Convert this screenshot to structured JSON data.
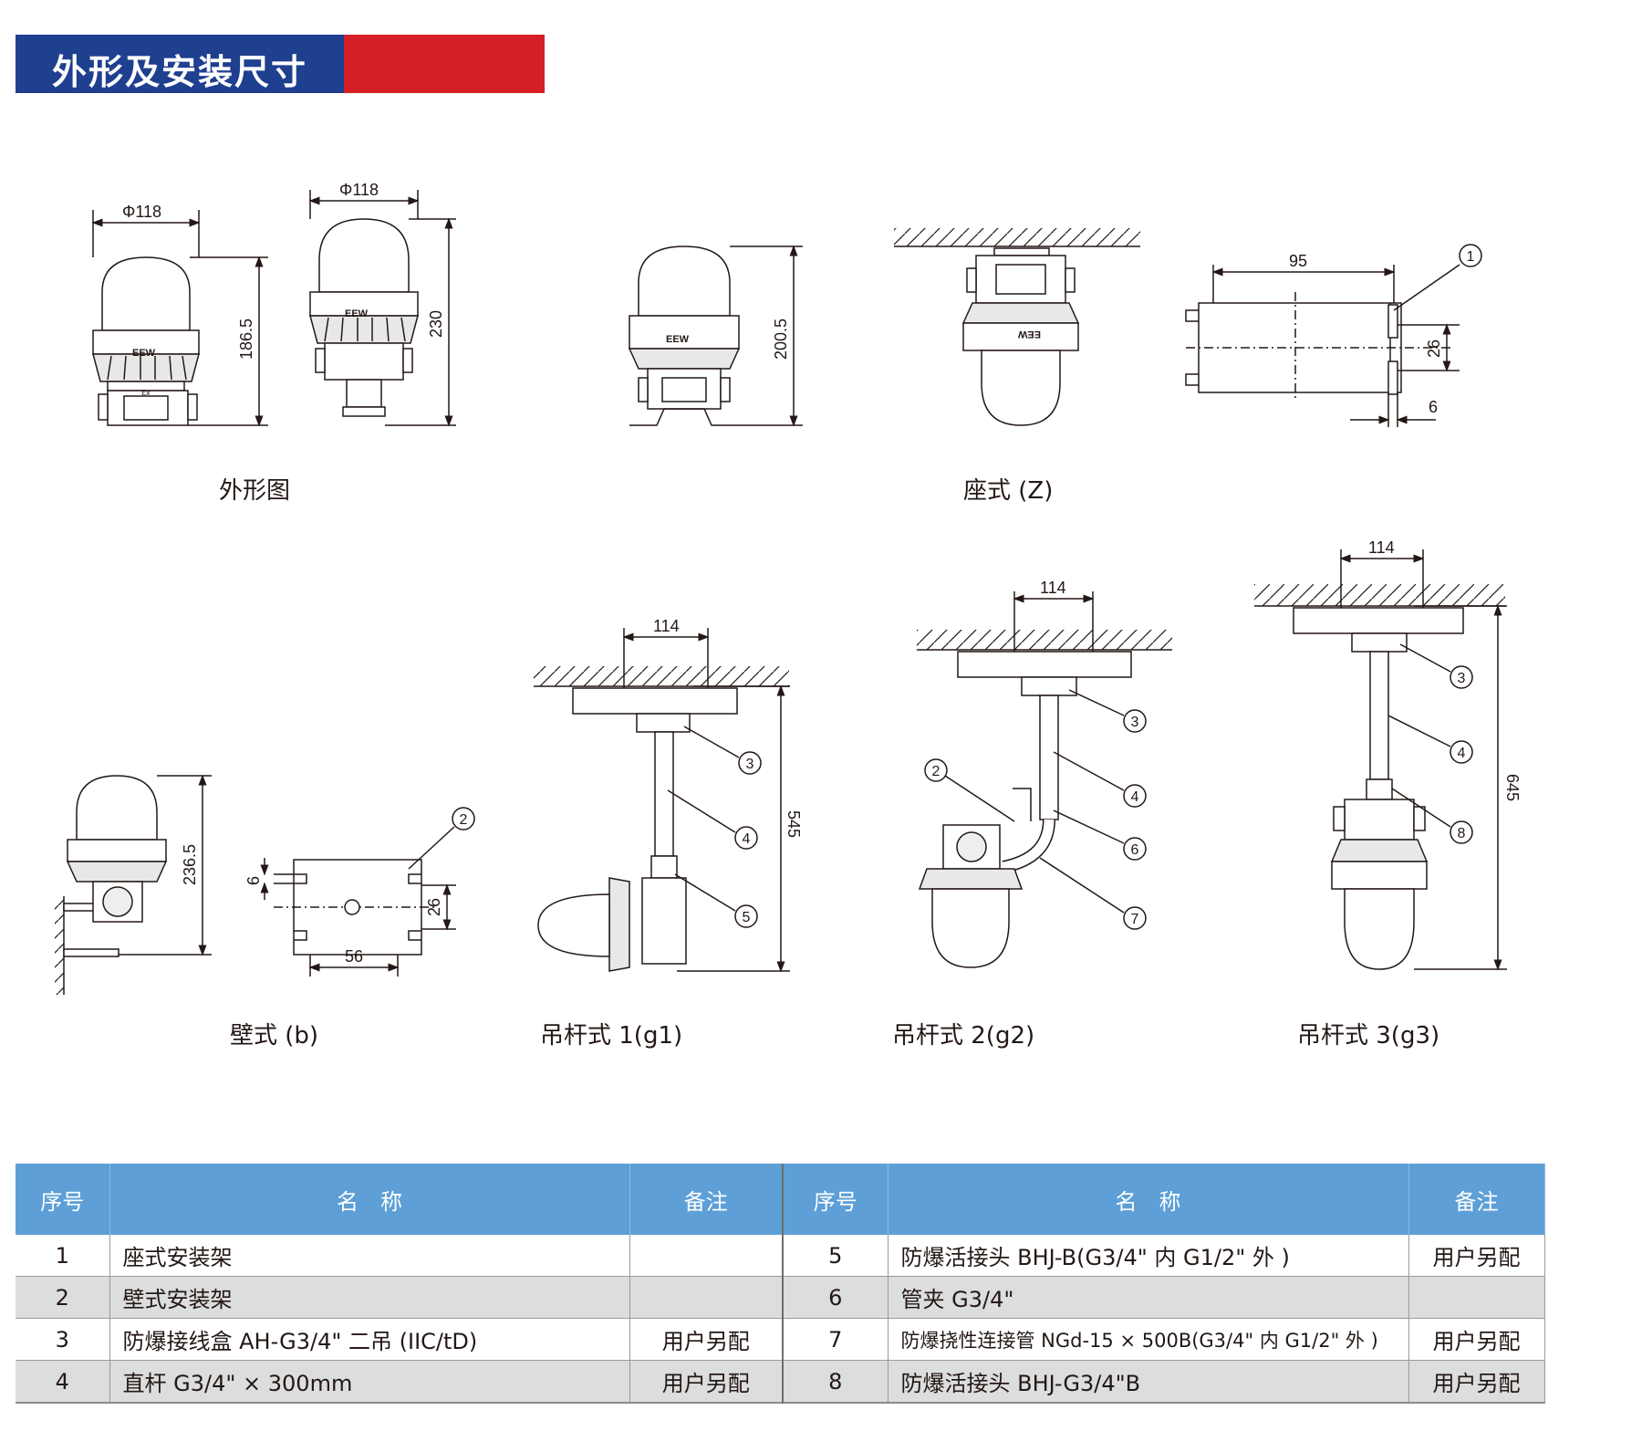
{
  "header": {
    "title": "外形及安装尺寸"
  },
  "captions": {
    "outline": "外形图",
    "seat": "座式 (Z)",
    "wall": "壁式 (b)",
    "rod1": "吊杆式 1(g1)",
    "rod2": "吊杆式 2(g2)",
    "rod3": "吊杆式 3(g3)"
  },
  "dimensions": {
    "d118a": "Φ118",
    "d118b": "Φ118",
    "h186": "186.5",
    "h230": "230",
    "h200": "200.5",
    "w95": "95",
    "w26a": "26",
    "w6a": "6",
    "h236": "236.5",
    "w6b": "6",
    "w26b": "26",
    "w56": "56",
    "w114a": "114",
    "h545": "545",
    "w114b": "114",
    "w114c": "114",
    "h645": "645"
  },
  "callouts": {
    "c1": "1",
    "c2a": "2",
    "c3a": "3",
    "c4a": "4",
    "c5": "5",
    "c2b": "2",
    "c3b": "3",
    "c4b": "4",
    "c6": "6",
    "c7": "7",
    "c3c": "3",
    "c4c": "4",
    "c8": "8"
  },
  "brand": {
    "eew": "EEW",
    "ex": "Ex"
  },
  "table": {
    "headers": [
      "序号",
      "名　称",
      "备注",
      "序号",
      "名　称",
      "备注"
    ],
    "rows": [
      {
        "no1": "1",
        "name1": "座式安装架",
        "note1": "",
        "no2": "5",
        "name2": "防爆活接头 BHJ-B(G3/4\" 内 G1/2\" 外 )",
        "note2": "用户另配"
      },
      {
        "no1": "2",
        "name1": "壁式安装架",
        "note1": "",
        "no2": "6",
        "name2": "管夹 G3/4\"",
        "note2": ""
      },
      {
        "no1": "3",
        "name1": "防爆接线盒 AH-G3/4\" 二吊 (IIC/tD)",
        "note1": "用户另配",
        "no2": "7",
        "name2": "防爆挠性连接管 NGd-15 × 500B(G3/4\" 内 G1/2\" 外 )",
        "note2": "用户另配"
      },
      {
        "no1": "4",
        "name1": "直杆 G3/4\" × 300mm",
        "note1": "用户另配",
        "no2": "8",
        "name2": "防爆活接头 BHJ-G3/4\"B",
        "note2": "用户另配"
      }
    ]
  },
  "colors": {
    "banner_blue": "#1f3f8f",
    "banner_red": "#d51f26",
    "table_header": "#5d9fd6",
    "row_alt": "#dcdddd"
  }
}
